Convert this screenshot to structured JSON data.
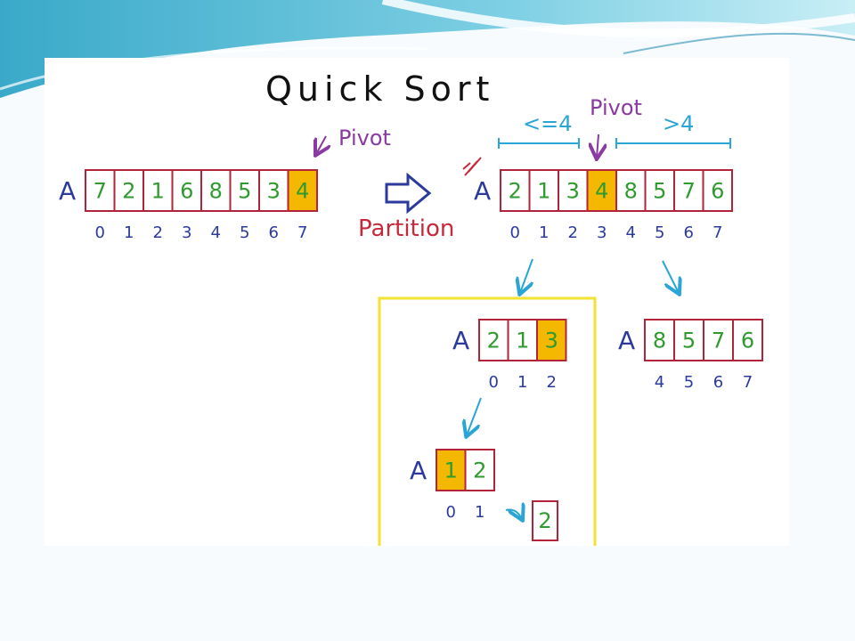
{
  "title": "Quick Sort",
  "pivot_label": "Pivot",
  "partition_label": "Partition",
  "less_equal_label": "<=4",
  "greater_label": ">4",
  "arrays": [
    {
      "id": "original",
      "name": "A",
      "values": [
        "7",
        "2",
        "1",
        "6",
        "8",
        "5",
        "3",
        "4"
      ],
      "indices": [
        "0",
        "1",
        "2",
        "3",
        "4",
        "5",
        "6",
        "7"
      ],
      "pivot_index": 7
    },
    {
      "id": "partitioned",
      "name": "A",
      "values": [
        "2",
        "1",
        "3",
        "4",
        "8",
        "5",
        "7",
        "6"
      ],
      "indices": [
        "0",
        "1",
        "2",
        "3",
        "4",
        "5",
        "6",
        "7"
      ],
      "pivot_index": 3
    },
    {
      "id": "left",
      "name": "A",
      "values": [
        "2",
        "1",
        "3"
      ],
      "indices": [
        "0",
        "1",
        "2"
      ],
      "pivot_index": 2
    },
    {
      "id": "right",
      "name": "A",
      "values": [
        "8",
        "5",
        "7",
        "6"
      ],
      "indices": [
        "4",
        "5",
        "6",
        "7"
      ],
      "pivot_index": -1
    },
    {
      "id": "left-left",
      "name": "A",
      "values": [
        "1",
        "2"
      ],
      "indices": [
        "0",
        "1"
      ],
      "pivot_index": 0
    },
    {
      "id": "single",
      "name": "",
      "values": [
        "2"
      ],
      "indices": [],
      "pivot_index": -1
    }
  ],
  "colors": {
    "cell_border": "#b3233a",
    "pivot_fill": "#f5b800",
    "digit": "#2f9a2f",
    "index": "#2b3a9c",
    "arrow": "#2ba5d6",
    "pivot_text": "#8a3aa0",
    "partition_text": "#c8283b",
    "highlight_box": "#f2e233"
  }
}
